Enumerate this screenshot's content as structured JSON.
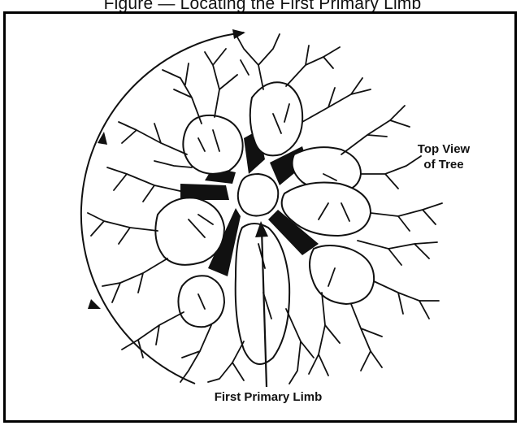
{
  "figure": {
    "caption_partial": "Figure — Locating the First Primary Limb",
    "label_top_view_line1": "Top View",
    "label_top_view_line2": "of Tree",
    "label_first_limb": "First Primary Limb"
  },
  "colors": {
    "ink": "#111111",
    "paper": "#ffffff"
  }
}
